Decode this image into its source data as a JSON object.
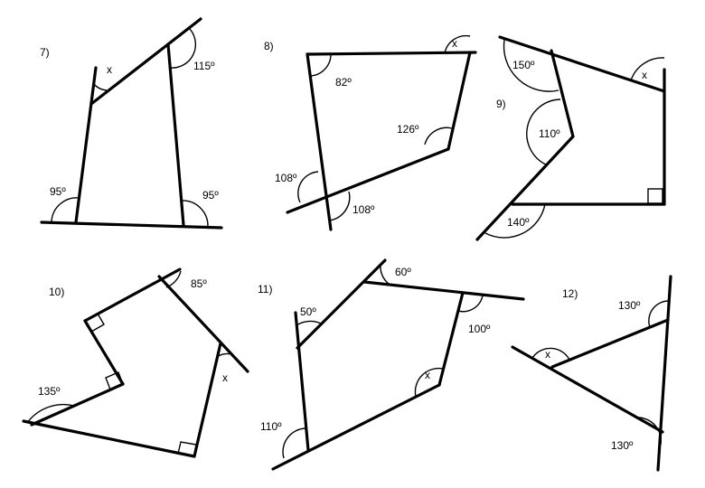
{
  "problems": [
    {
      "number": "7)",
      "angles": [
        {
          "id": "x",
          "text": "x"
        },
        {
          "id": "top-right",
          "text": "115º"
        },
        {
          "id": "bottom-left",
          "text": "95º"
        },
        {
          "id": "bottom-right",
          "text": "95º"
        }
      ]
    },
    {
      "number": "8)",
      "angles": [
        {
          "id": "x",
          "text": "x"
        },
        {
          "id": "top-left",
          "text": "82º"
        },
        {
          "id": "right",
          "text": "126º"
        },
        {
          "id": "bottom-left-upper",
          "text": "108º"
        },
        {
          "id": "bottom-left-lower",
          "text": "108º"
        }
      ]
    },
    {
      "number": "9)",
      "angles": [
        {
          "id": "x",
          "text": "x"
        },
        {
          "id": "top-left",
          "text": "150º"
        },
        {
          "id": "reflex",
          "text": "110º"
        },
        {
          "id": "bottom-left",
          "text": "140º"
        }
      ]
    },
    {
      "number": "10)",
      "angles": [
        {
          "id": "top-right",
          "text": "85º"
        },
        {
          "id": "x",
          "text": "x"
        },
        {
          "id": "left",
          "text": "135º"
        }
      ]
    },
    {
      "number": "11)",
      "angles": [
        {
          "id": "top",
          "text": "60º"
        },
        {
          "id": "left-top",
          "text": "50º"
        },
        {
          "id": "right",
          "text": "100º"
        },
        {
          "id": "x",
          "text": "x"
        },
        {
          "id": "bottom-left",
          "text": "110º"
        }
      ]
    },
    {
      "number": "12)",
      "angles": [
        {
          "id": "x",
          "text": "x"
        },
        {
          "id": "top",
          "text": "130º"
        },
        {
          "id": "bottom",
          "text": "130º"
        }
      ]
    }
  ]
}
